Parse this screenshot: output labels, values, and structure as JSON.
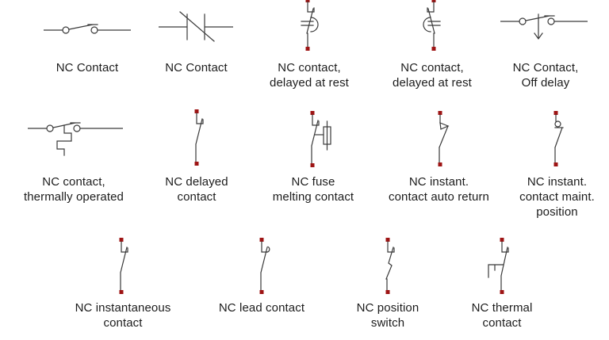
{
  "colors": {
    "terminal": "#9e1414",
    "line": "#3a3a3a",
    "text": "#1c1c1c",
    "background": "#ffffff"
  },
  "symbols": [
    {
      "icon": "nc-contact-horizontal-icon",
      "label": "NC Contact"
    },
    {
      "icon": "nc-contact-crossed-icon",
      "label": "NC Contact"
    },
    {
      "icon": "nc-contact-delayed-rest-right-icon",
      "label": "NC contact,\ndelayed at rest"
    },
    {
      "icon": "nc-contact-delayed-rest-left-icon",
      "label": "NC contact,\ndelayed at rest"
    },
    {
      "icon": "nc-contact-off-delay-icon",
      "label": "NC Contact,\nOff delay"
    },
    {
      "icon": "nc-contact-thermally-operated-icon",
      "label": "NC contact,\nthermally operated"
    },
    {
      "icon": "nc-delayed-contact-icon",
      "label": "NC delayed\ncontact"
    },
    {
      "icon": "nc-fuse-melting-contact-icon",
      "label": "NC fuse\nmelting contact"
    },
    {
      "icon": "nc-instant-contact-auto-return-icon",
      "label": "NC instant.\ncontact auto return"
    },
    {
      "icon": "nc-instant-contact-maint-position-icon",
      "label": "NC instant.\ncontact maint.\nposition"
    },
    {
      "icon": "nc-instantaneous-contact-icon",
      "label": "NC instantaneous\ncontact"
    },
    {
      "icon": "nc-lead-contact-icon",
      "label": "NC lead contact"
    },
    {
      "icon": "nc-position-switch-icon",
      "label": "NC position\nswitch"
    },
    {
      "icon": "nc-thermal-contact-icon",
      "label": "NC thermal\ncontact"
    }
  ]
}
